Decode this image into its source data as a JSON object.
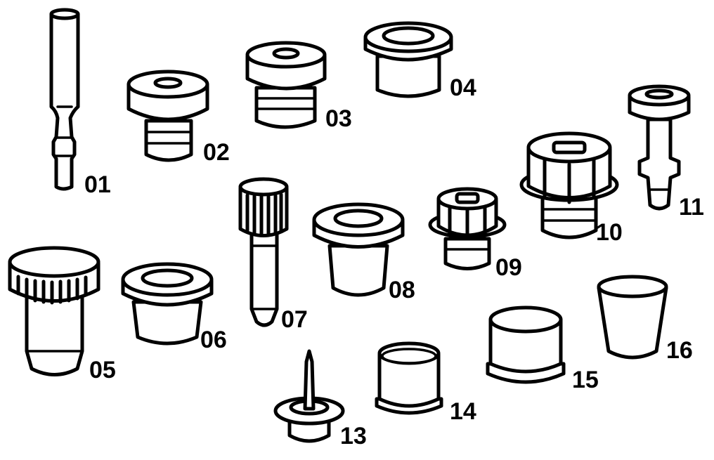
{
  "labels": [
    "01",
    "02",
    "03",
    "04",
    "05",
    "06",
    "07",
    "08",
    "09",
    "10",
    "11",
    "13",
    "14",
    "15",
    "16"
  ],
  "colors": {
    "line": "#000000",
    "background": "#ffffff"
  }
}
